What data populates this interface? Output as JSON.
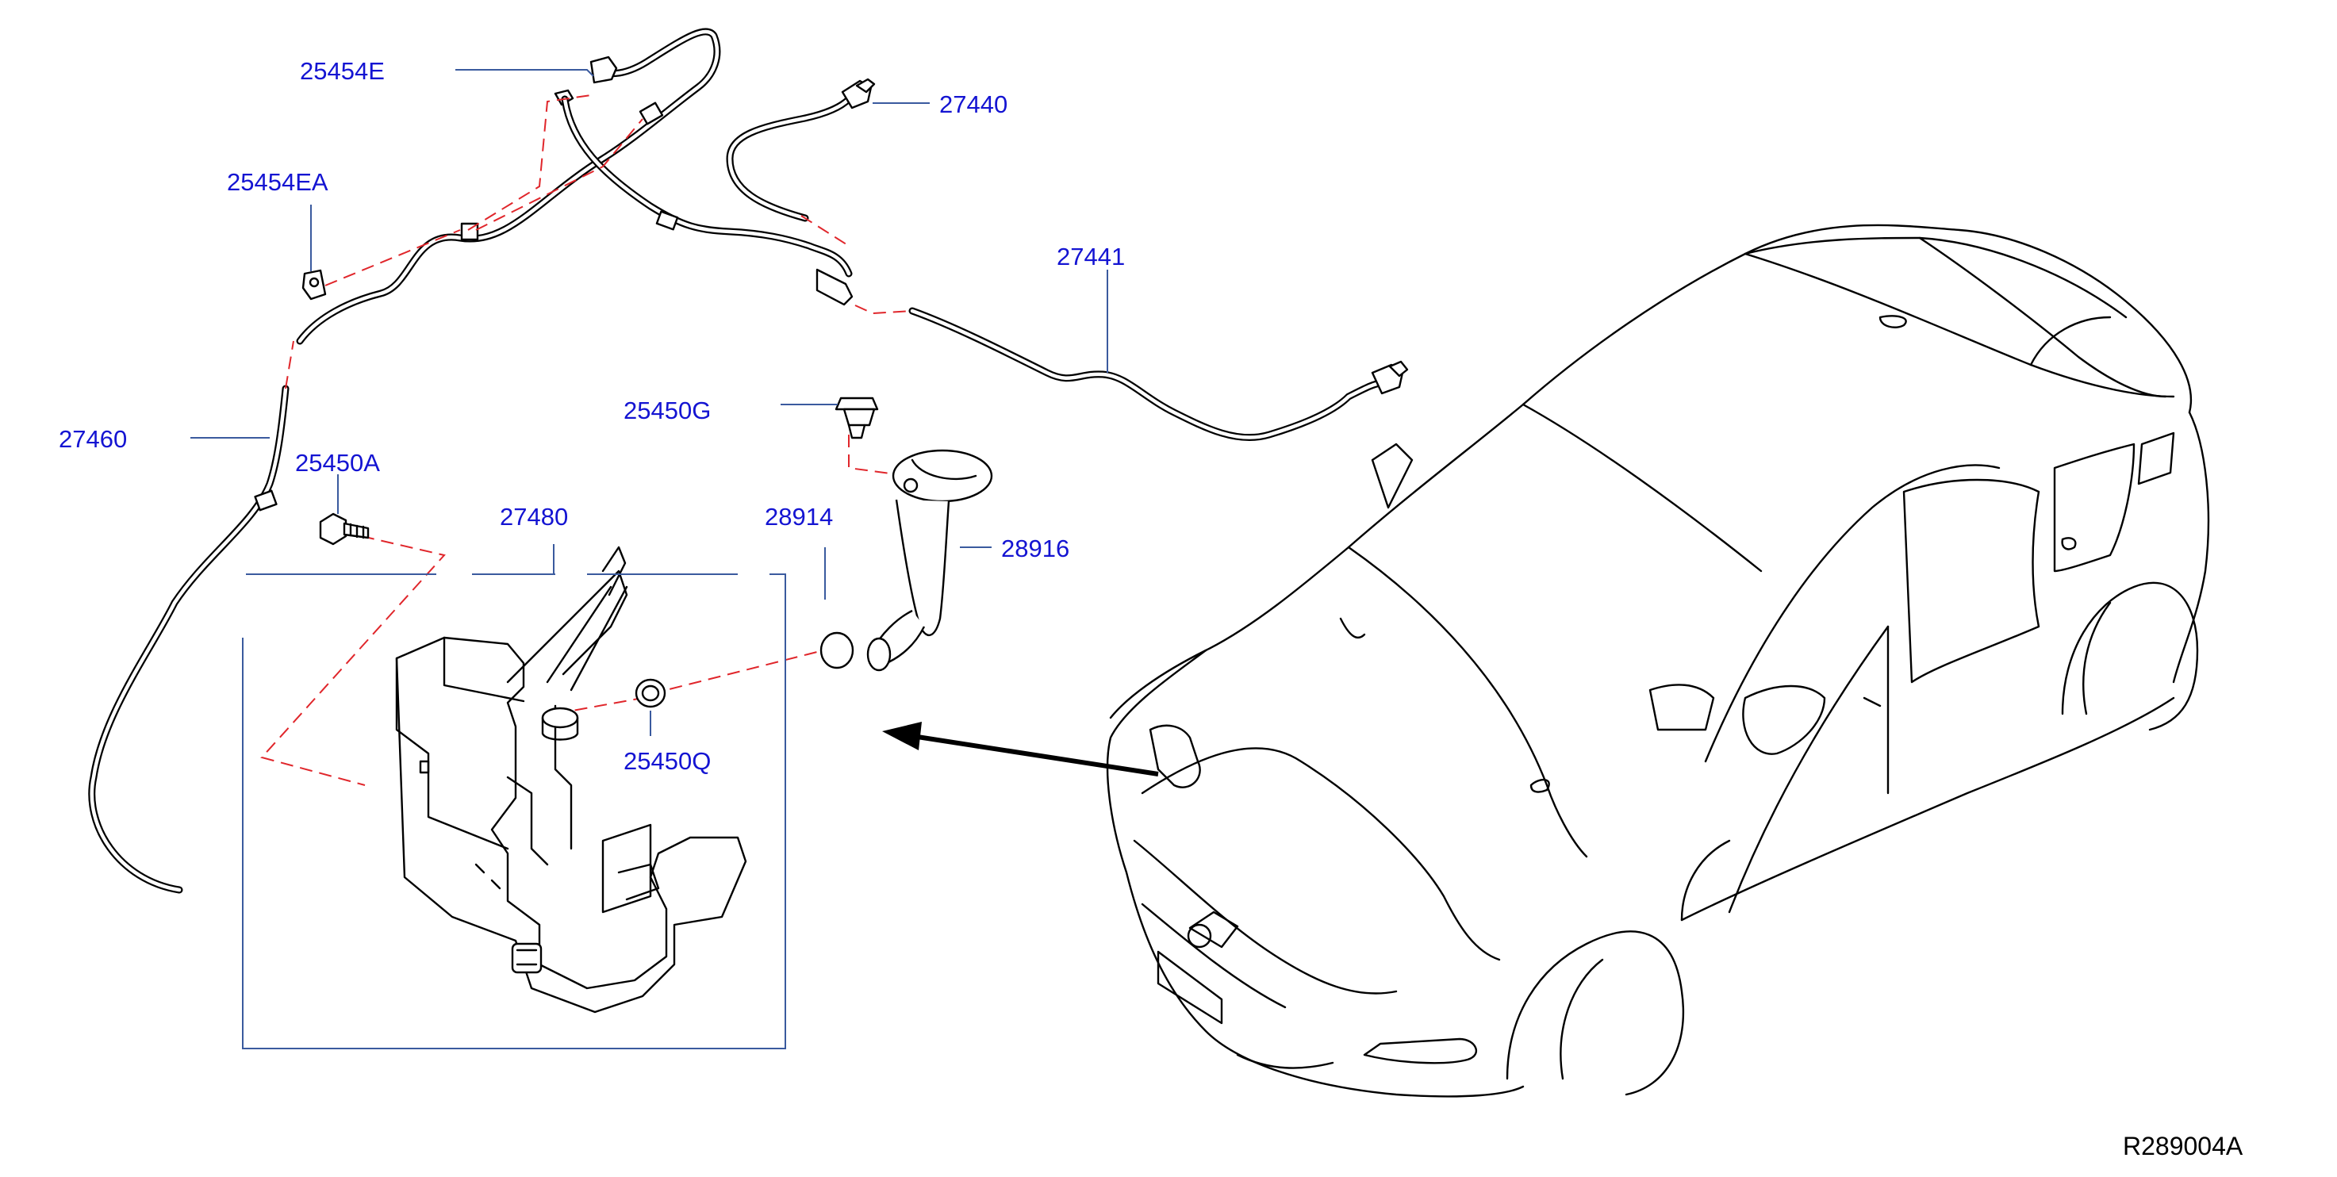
{
  "labels": {
    "p25454E": "25454E",
    "p25454EA": "25454EA",
    "p27460": "27460",
    "p25450A": "25450A",
    "p27480": "27480",
    "p27440": "27440",
    "p27441": "27441",
    "p25450G": "25450G",
    "p28914": "28914",
    "p28916": "28916",
    "p25450Q": "25450Q"
  },
  "reference_code": "R289004A",
  "colors": {
    "callout_text": "#1414d2",
    "leader_line": "#3a5a9e",
    "phantom_line": "#e0262b",
    "drawing": "#000000"
  }
}
